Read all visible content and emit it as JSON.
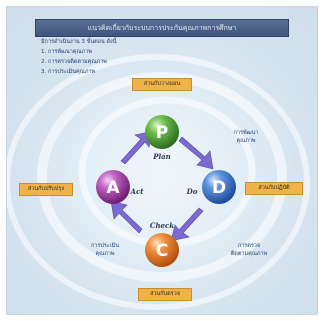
{
  "title": "แนวคิดเกี่ยวกับระบบการประกันคุณภาพการศึกษา",
  "intro": {
    "heading": "มีการดำเนินงาน 3 ขั้นตอน ดังนี้",
    "items": [
      "1. การพัฒนาคุณภาพ",
      "2. การตรวจติดตามคุณภาพ",
      "3. การประเมินคุณภาพ"
    ]
  },
  "boxes": {
    "top": "ส่วนกับวางแผน",
    "right": "ส่วนกับปฏิบัติ",
    "bottom": "ส่วนกับตรวจ",
    "left": "ส่วนกับปรับปรุง"
  },
  "cycle": {
    "p": {
      "letter": "P",
      "label": "Plan",
      "color": "#4f9a3a"
    },
    "d": {
      "letter": "D",
      "label": "Do",
      "color": "#3a6fc4"
    },
    "c": {
      "letter": "C",
      "label": "Check",
      "color": "#e8741f"
    },
    "a": {
      "letter": "A",
      "label": "Act",
      "color": "#9c3aa0"
    }
  },
  "side_notes": {
    "top_right": [
      "การพัฒนา",
      "คุณภาพ"
    ],
    "bottom_right": [
      "การตรวจ",
      "ติดตามคุณภาพ"
    ],
    "bottom_left": [
      "การประเมิน",
      "คุณภาพ"
    ]
  }
}
